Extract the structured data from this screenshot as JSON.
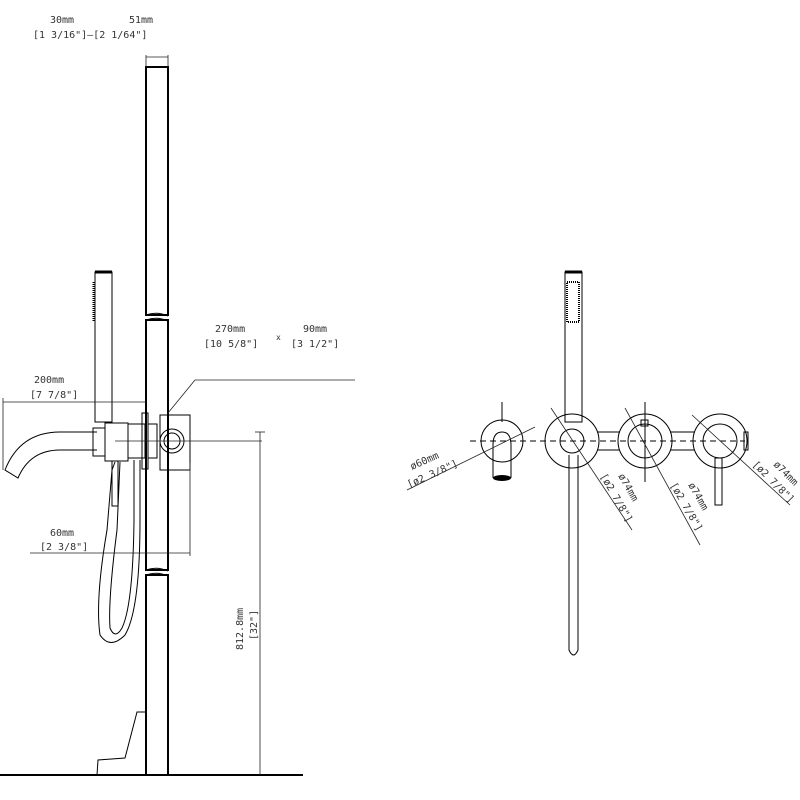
{
  "side_view": {
    "wall_thickness": {
      "min_mm": "30mm",
      "max_mm": "51mm",
      "range_in": "[1 3/16\"]—[2 1/64\"]"
    },
    "rough_in_box": {
      "width_mm": "270mm",
      "width_in": "[10 5/8\"]",
      "times": "x",
      "depth_mm": "90mm",
      "depth_in": "[3 1/2\"]"
    },
    "spout_projection": {
      "mm": "200mm",
      "in": "[7 7/8\"]"
    },
    "valve_depth": {
      "mm": "60mm",
      "in": "[2 3/8\"]"
    },
    "height_from_floor": {
      "mm": "812.8mm",
      "in": "[32\"]"
    }
  },
  "front_view": {
    "spout_rosette": {
      "mm": "ø60mm",
      "in": "[ø2 3/8\"]"
    },
    "diverter_rosette": {
      "mm": "ø74mm",
      "in": "[ø2 7/8\"]"
    },
    "thermostat_rosette": {
      "mm": "ø74mm",
      "in": "[ø2 7/8\"]"
    },
    "mixer_rosette": {
      "mm": "ø74mm",
      "in": "[ø2 7/8\"]"
    }
  },
  "colors": {
    "line": "#000000",
    "text": "#333333"
  }
}
